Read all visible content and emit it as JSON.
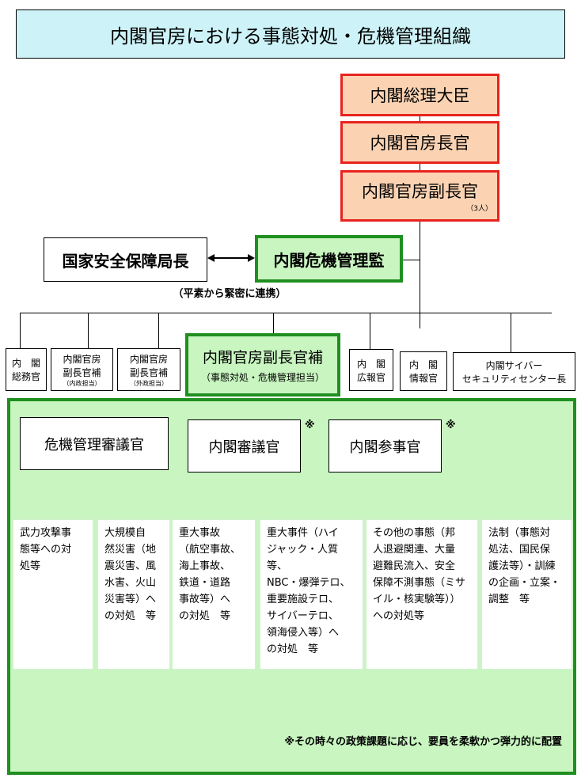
{
  "title": "内閣官房における事態対処・危機管理組織",
  "top": [
    "内閣総理大臣",
    "内閣官房長官",
    "内閣官房副長官"
  ],
  "deputy_count": "（3人）",
  "nss": "国家安全保障局長",
  "crisis_manager": "内閣危機管理監",
  "liaison_note": "（平素から緊密に連携）",
  "row": {
    "general": "内　閣\n総務官",
    "domestic": "内閣官房\n副長官補",
    "domestic_sub": "（内政担当）",
    "foreign": "内閣官房\n副長官補",
    "foreign_sub": "（外政担当）",
    "crisis_asst": "内閣官房副長官補",
    "crisis_asst_sub": "（事態対処・危機管理担当）",
    "pr": "内　閣\n広報官",
    "intel": "内　閣\n情報官",
    "cyber": "内閣サイバー\nセキュリティセンター長"
  },
  "staff": {
    "councillor_crisis": "危機管理審議官",
    "councillor": "内閣審議官",
    "counsellor": "内閣参事官",
    "mark": "※"
  },
  "duties": [
    "武力攻撃事\n態等への対\n処等",
    "大規模自\n然災害（地\n震災害、風\n水害、火山\n災害等）へ\nの対処　等",
    "重大事故\n（航空事故、\n海上事故、\n鉄道・道路\n事故等）へ\nの対処　等",
    "重大事件（ハイ\nジャック・人質等、\nNBC・爆弾テロ、\n重要施設テロ、\nサイバーテロ、\n領海侵入等）へ\nの対処　等",
    "その他の事態（邦\n人退避関連、大量\n避難民流入、安全\n保障不測事態（ミサ\nイル・核実験等））\nへの対処等",
    "法制（事態対\n処法、国民保\n護法等）・訓練\nの企画・立案・\n調整　等"
  ],
  "footnote": "※その時々の政策課題に応じ、要員を柔軟かつ弾力的に配置"
}
